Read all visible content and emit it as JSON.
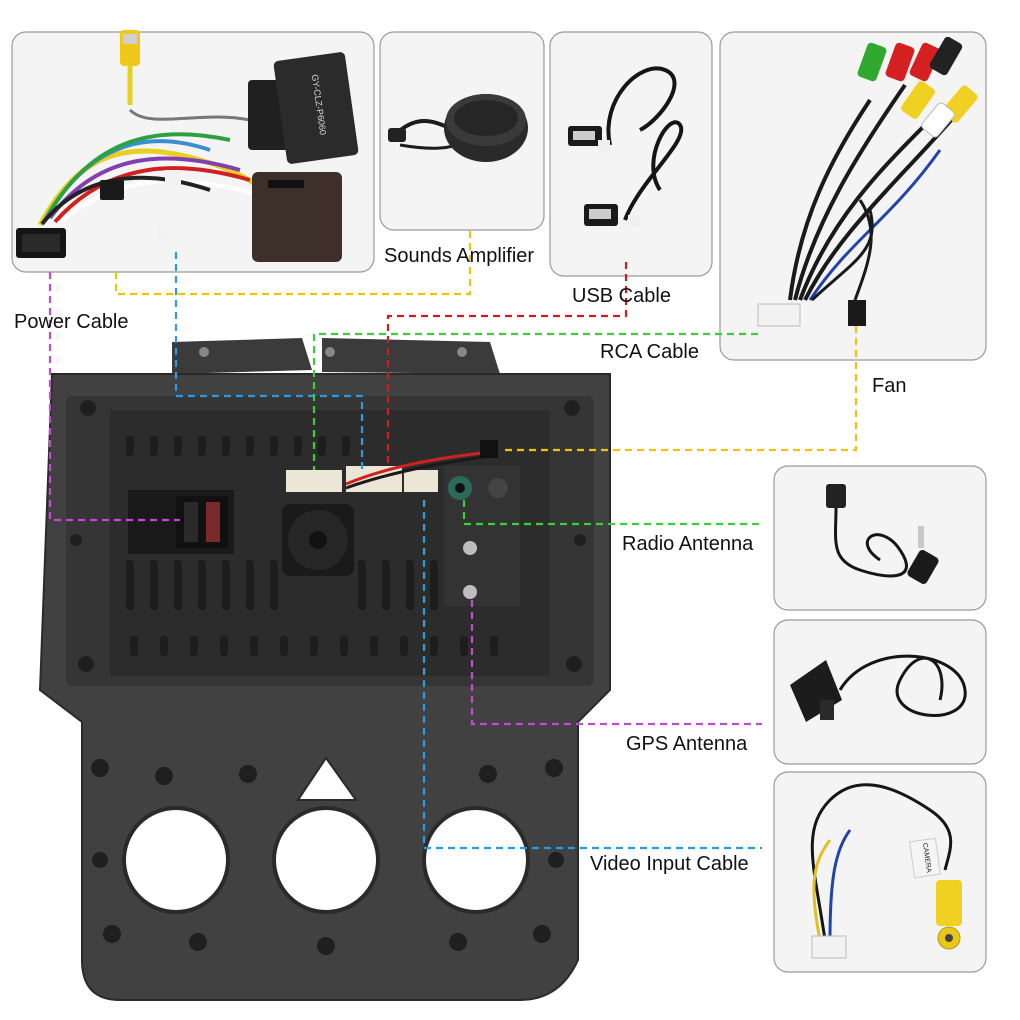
{
  "labels": {
    "power_cable": "Power Cable",
    "sounds_amplifier": "Sounds Amplifier",
    "usb_cable": "USB Cable",
    "rca_cable": "RCA Cable",
    "fan": "Fan",
    "radio_antenna": "Radio Antenna",
    "gps_antenna": "GPS Antenna",
    "video_input_cable": "Video Input Cable"
  },
  "part_markings": {
    "harness_box": "GY-CLZ-P6060",
    "camera_tag": "CAMERA"
  },
  "colors": {
    "yellow_line": "#f0c20c",
    "blue_line": "#2a9be0",
    "magenta_line": "#c04cd0",
    "red_line": "#d51a1a",
    "green_line": "#3ccc3c",
    "head_unit": "#3a3a3a",
    "panel_border": "#9a9a9a"
  }
}
